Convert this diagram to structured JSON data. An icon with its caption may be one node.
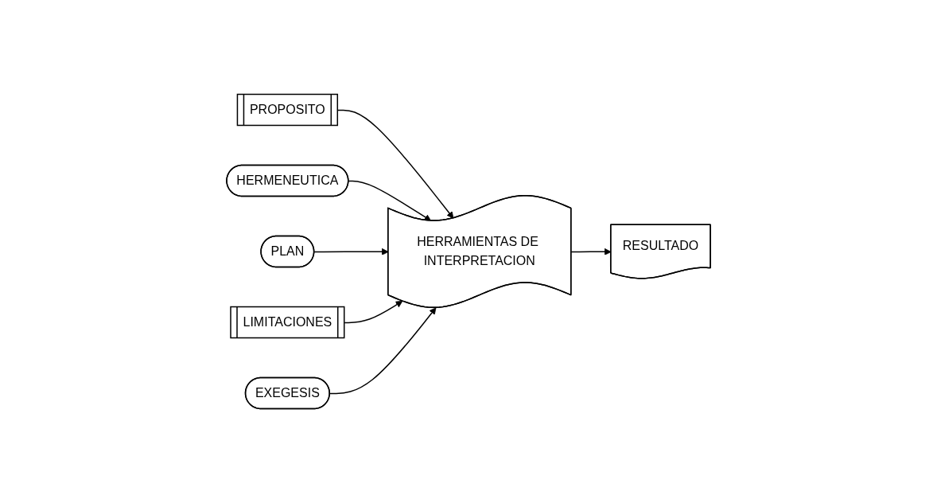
{
  "diagram": {
    "nodes": [
      {
        "text": [
          "PROPOSITO"
        ]
      },
      {
        "text": [
          "HERMENEUTICA"
        ]
      },
      {
        "text": [
          "PLAN"
        ]
      },
      {
        "text": [
          "HERRAMIENTAS DE INTERPRETACION"
        ]
      },
      {
        "text": [
          "RESULTADO"
        ]
      },
      {
        "text": [
          "LIMITACIONES"
        ]
      },
      {
        "text": [
          "EXEGESIS"
        ]
      }
    ],
    "edges": [
      {
        "from": 0,
        "to": 3,
        "arrow": "to"
      },
      {
        "from": 1,
        "to": 3,
        "arrow": "to"
      },
      {
        "from": 2,
        "to": 3,
        "arrow": "to"
      },
      {
        "from": 5,
        "to": 3,
        "arrow": "to"
      },
      {
        "from": 6,
        "to": 3,
        "arrow": "to"
      },
      {
        "from": 3,
        "to": 4,
        "arrow": "to"
      }
    ]
  }
}
